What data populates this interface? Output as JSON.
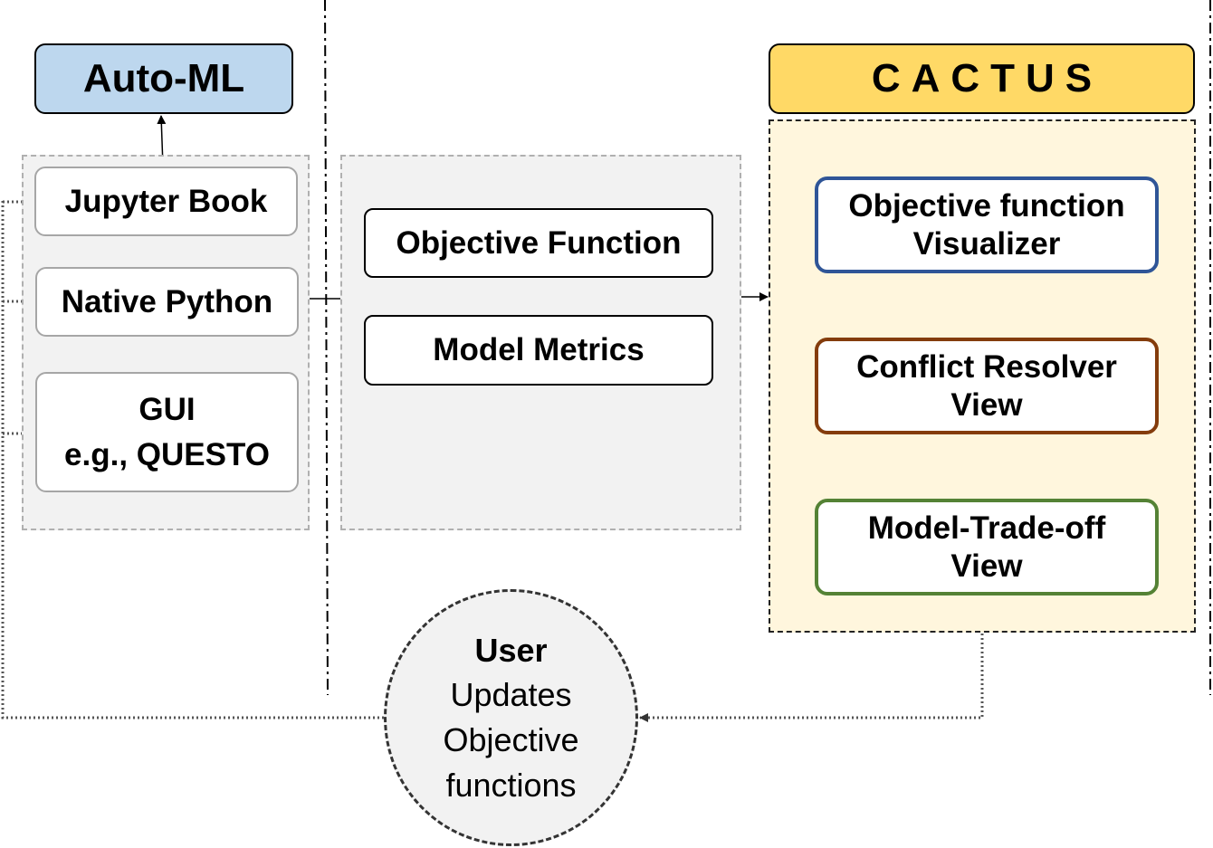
{
  "headers": {
    "automl": "Auto-ML",
    "cactus": "CACTUS"
  },
  "left_group": {
    "jupyter": "Jupyter Book",
    "native": "Native Python",
    "gui_line1": "GUI",
    "gui_line2": "e.g., QUESTO"
  },
  "middle_group": {
    "objective_function": "Objective Function",
    "model_metrics": "Model Metrics"
  },
  "cactus_views": {
    "visualizer_line1": "Objective function",
    "visualizer_line2": "Visualizer",
    "conflict_line1": "Conflict Resolver",
    "conflict_line2": "View",
    "tradeoff_line1": "Model-Trade-off",
    "tradeoff_line2": "View"
  },
  "user": {
    "title": "User",
    "line1": "Updates",
    "line2": "Objective",
    "line3": "functions"
  },
  "colors": {
    "automl_fill": "#bdd7ee",
    "cactus_fill": "#ffd966",
    "cactus_panel": "#fff6dd",
    "group_fill": "#f2f2f2",
    "visualizer_border": "#2f5597",
    "conflict_border": "#843c0c",
    "tradeoff_border": "#548235"
  }
}
